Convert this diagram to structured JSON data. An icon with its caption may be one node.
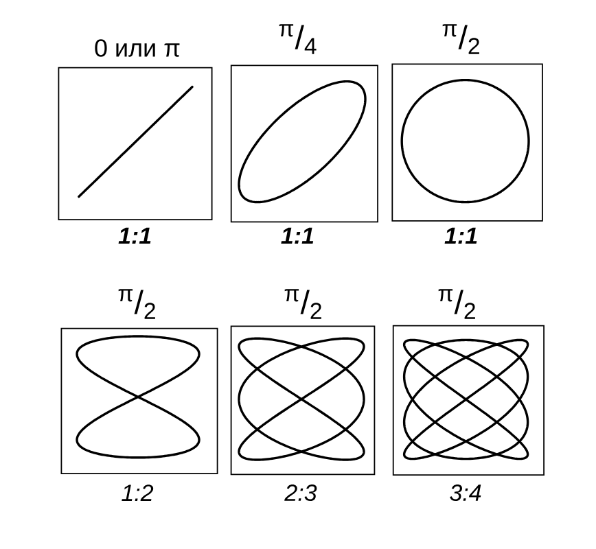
{
  "diagram": {
    "nodes": [
      {
        "text": [
          "0 или π"
        ],
        "beside": [
          "1:1"
        ]
      },
      {
        "text": [
          "$^{π}$/$_{4}$"
        ],
        "beside": [
          "1:1"
        ]
      },
      {
        "text": [
          "$^{π}$/$_{2}$"
        ],
        "beside": [
          "1:1"
        ]
      },
      {
        "text": [
          "$^{π}$/$_{2}$"
        ],
        "beside": [
          "1:2"
        ]
      },
      {
        "text": [
          "$^{π}$/$_{2}$"
        ],
        "beside": [
          "2:3"
        ]
      },
      {
        "text": [
          "$^{π}$/$_{2}$"
        ],
        "beside": [
          "3:4"
        ]
      },
      {
        "text": [],
        "shape": "picture",
        "in": 0
      },
      {
        "text": [],
        "shape": "picture",
        "in": 1
      },
      {
        "text": [],
        "shape": "picture",
        "in": 2
      },
      {
        "text": [],
        "shape": "picture",
        "in": 3
      },
      {
        "text": [],
        "shape": "picture",
        "in": 4
      },
      {
        "text": [],
        "shape": "picture",
        "in": 5
      }
    ]
  }
}
